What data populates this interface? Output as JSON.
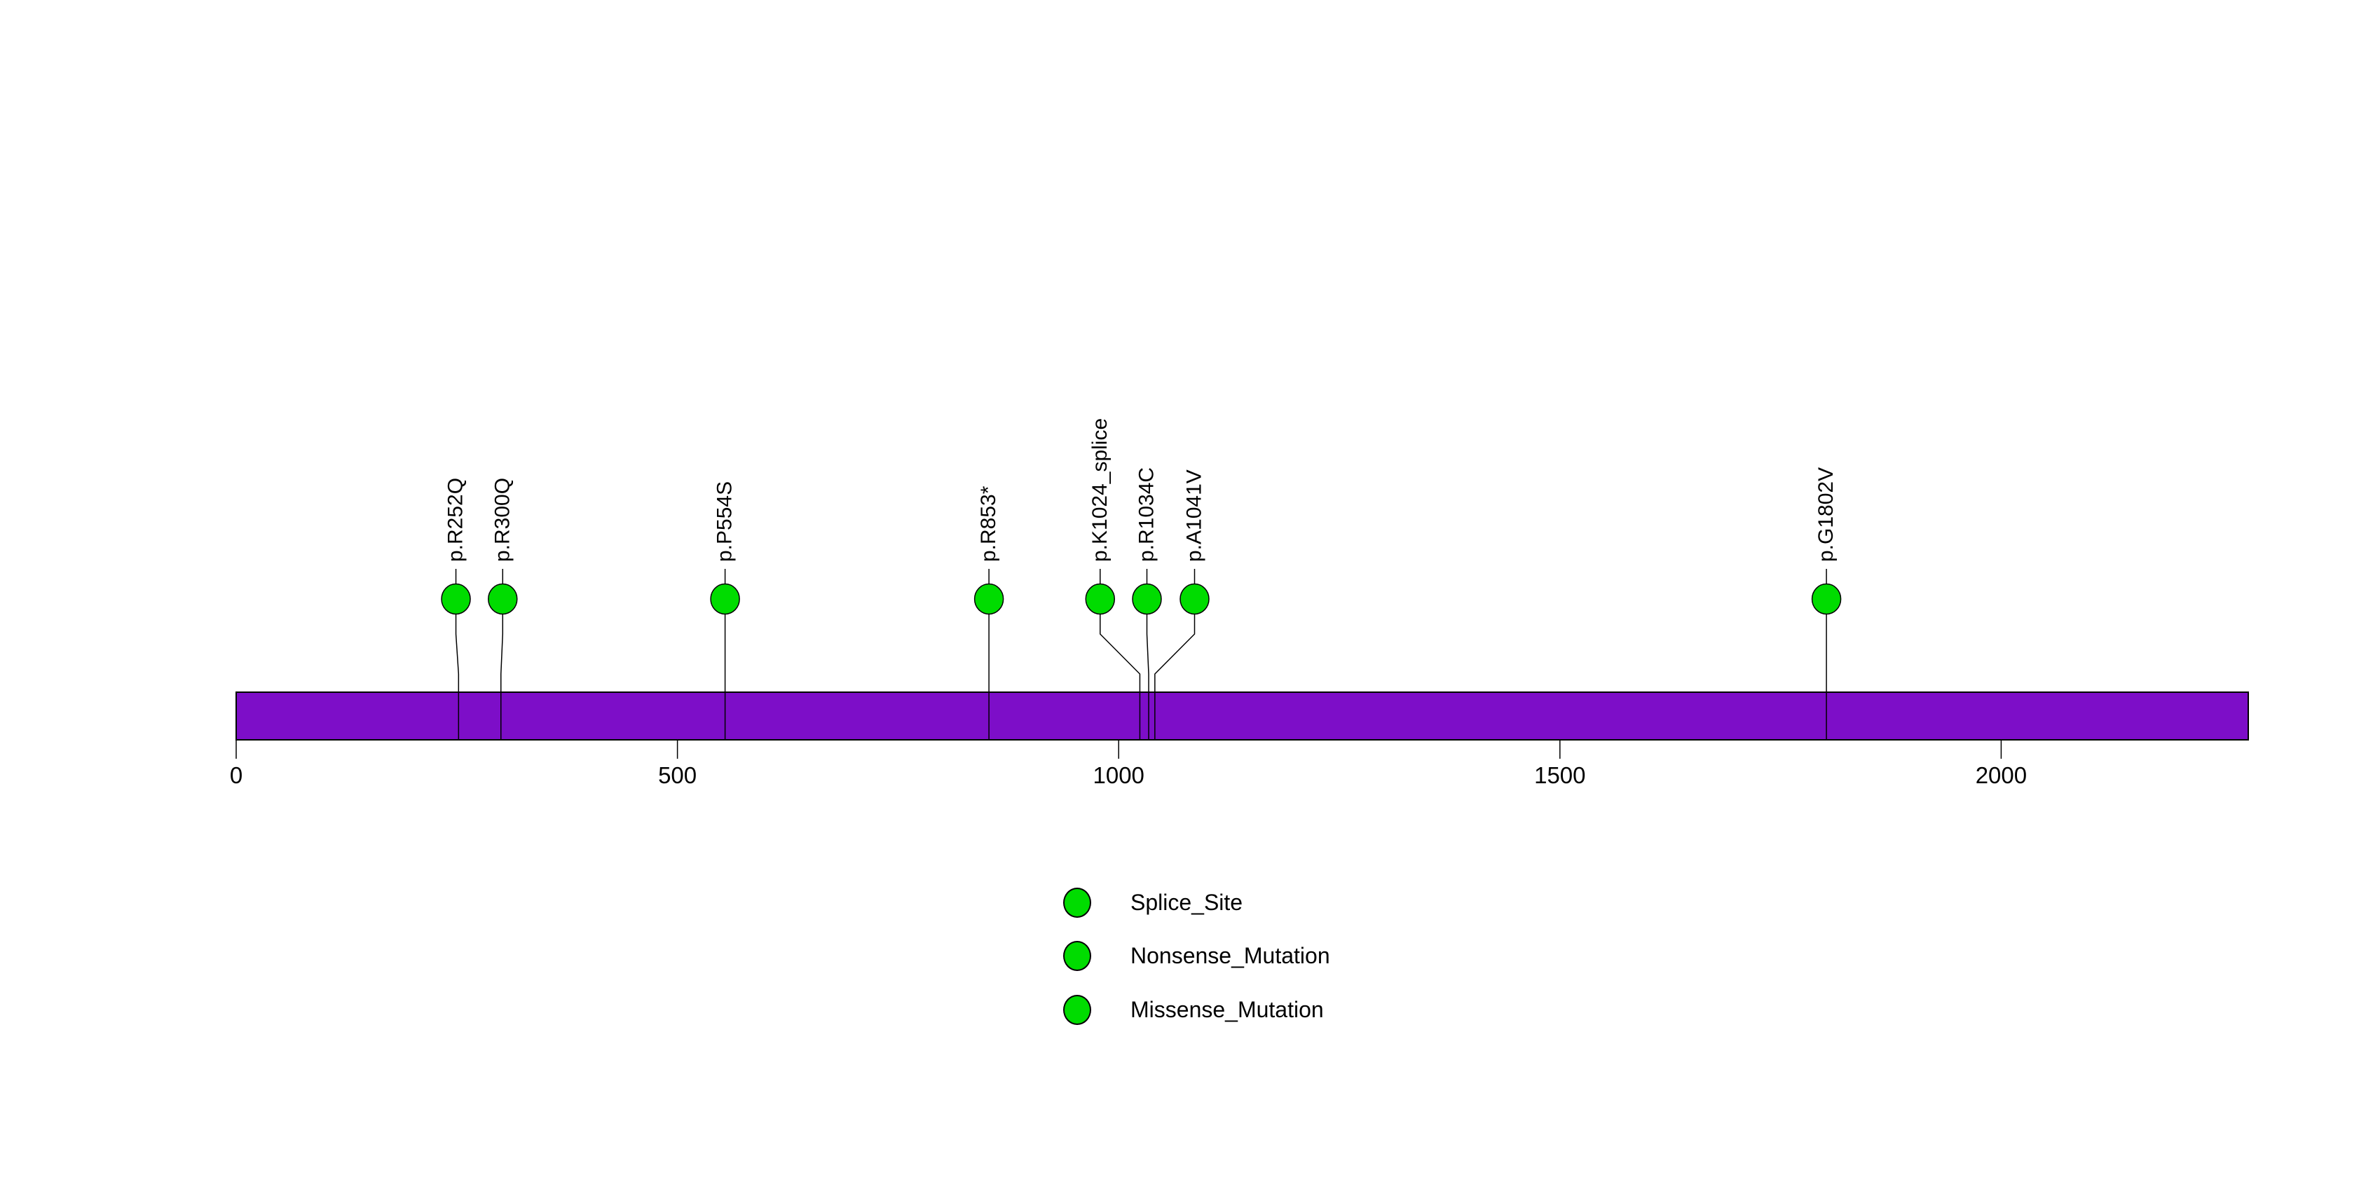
{
  "chart_data": {
    "type": "scatter",
    "variant": "lollipop-mutation-plot",
    "title": "",
    "xlabel": "",
    "ylabel": "",
    "xlim": [
      0,
      2280
    ],
    "x_ticks": [
      0,
      500,
      1000,
      1500,
      2000
    ],
    "grid": false,
    "legend_position": "bottom-center",
    "colors": {
      "protein_bar": "#7D0EC8",
      "marker": "#00DC00",
      "stroke": "#000000",
      "background": "#FFFFFF"
    },
    "protein_bar": {
      "start": 0,
      "end": 2280
    },
    "mutations": [
      {
        "label": "p.R252Q",
        "position": 252,
        "label_position": 249
      },
      {
        "label": "p.R300Q",
        "position": 300,
        "label_position": 302
      },
      {
        "label": "p.P554S",
        "position": 554,
        "label_position": 554
      },
      {
        "label": "p.R853*",
        "position": 853,
        "label_position": 853
      },
      {
        "label": "p.K1024_splice",
        "position": 1024,
        "label_position": 979
      },
      {
        "label": "p.R1034C",
        "position": 1034,
        "label_position": 1032
      },
      {
        "label": "p.A1041V",
        "position": 1041,
        "label_position": 1086
      },
      {
        "label": "p.G1802V",
        "position": 1802,
        "label_position": 1802
      }
    ],
    "legend": [
      {
        "label": "Splice_Site",
        "color": "#00DC00"
      },
      {
        "label": "Nonsense_Mutation",
        "color": "#00DC00"
      },
      {
        "label": "Missense_Mutation",
        "color": "#00DC00"
      }
    ]
  }
}
